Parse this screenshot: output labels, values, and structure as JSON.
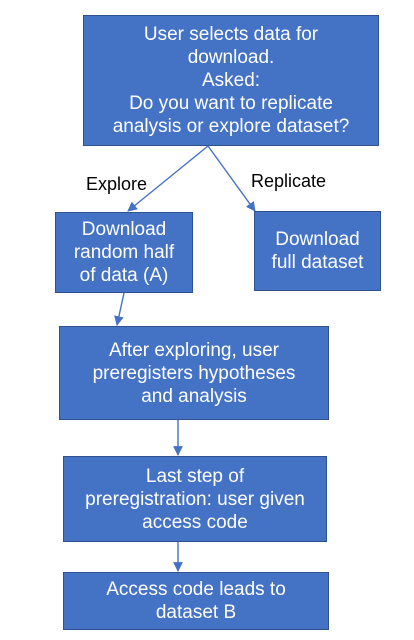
{
  "diagram": {
    "nodes": {
      "start": "User selects data for\ndownload.\nAsked:\nDo you want to replicate\nanalysis or explore dataset?",
      "explore_download": "Download\nrandom half\nof data (A)",
      "replicate_download": "Download\nfull dataset",
      "preregister": "After exploring, user\npreregisters hypotheses\nand analysis",
      "access_code": "Last step of\npreregistration: user given\naccess code",
      "dataset_b": "Access code leads to\ndataset B"
    },
    "edge_labels": {
      "explore": "Explore",
      "replicate": "Replicate"
    },
    "colors": {
      "box_fill": "#4472c4",
      "box_border": "#2f528f",
      "box_text": "#ffffff",
      "connector": "#4472c4",
      "label_text": "#000000"
    }
  }
}
